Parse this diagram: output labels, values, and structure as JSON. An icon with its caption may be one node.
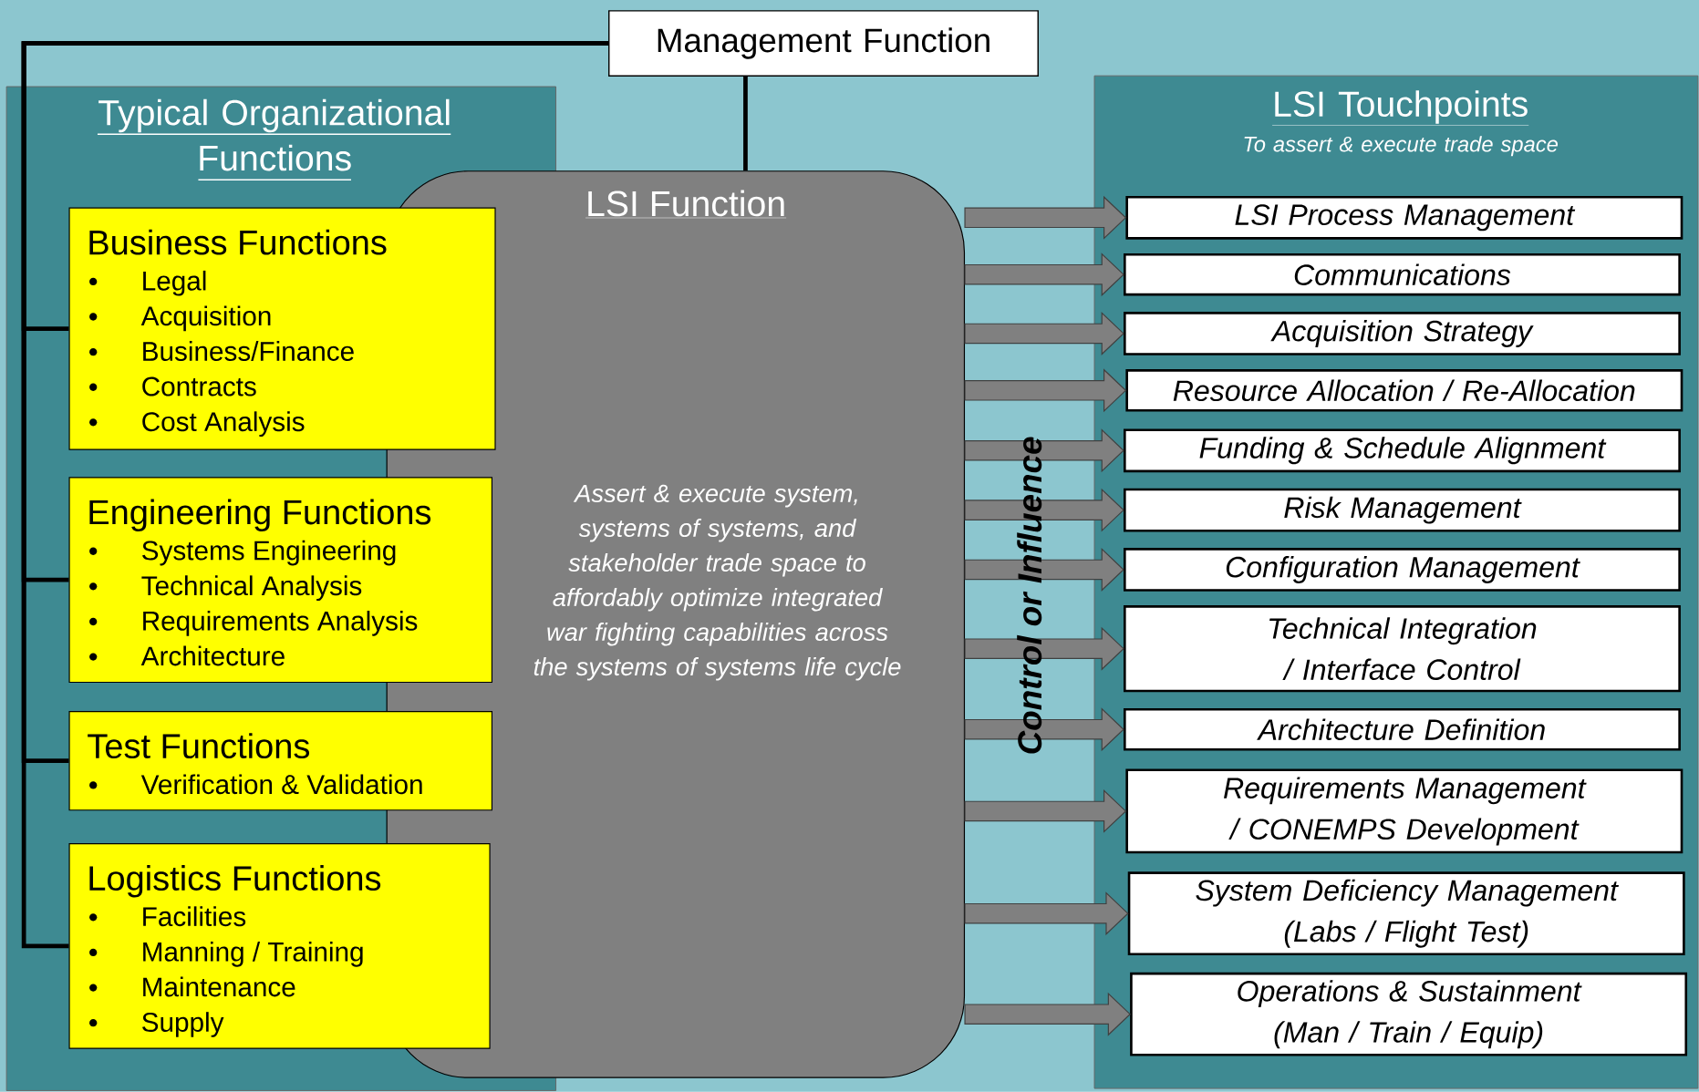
{
  "diagram": {
    "nodes": [
      {
        "text": [
          "Management Function"
        ]
      },
      {
        "text": [
          "Typical Organizational Functions"
        ]
      },
      {
        "text": [
          "Business Functions",
          "Legal",
          "Acquisition",
          "Business/Finance",
          "Contracts",
          "Cost Analysis"
        ],
        "in": 1
      },
      {
        "text": [
          "Engineering Functions",
          "Systems Engineering",
          "Technical Analysis",
          "Requirements Analysis",
          "Architecture"
        ],
        "in": 1
      },
      {
        "text": [
          "Test Functions",
          "Verification & Validation"
        ],
        "in": 1
      },
      {
        "text": [
          "Logistics Functions",
          "Facilities",
          "Manning / Training",
          "Maintenance",
          "Supply"
        ],
        "in": 1
      },
      {
        "text": [
          "LSI Function",
          "Assert & execute system, systems of systems, and stakeholder trade space to affordably optimize integrated war fighting capabilities across the systems of systems life cycle"
        ]
      },
      {
        "text": [
          "LSI Touchpoints",
          "To assert & execute trade space"
        ]
      },
      {
        "text": [
          "LSI Process Management"
        ],
        "in": 7
      },
      {
        "text": [
          "Communications"
        ],
        "in": 7
      },
      {
        "text": [
          "Acquisition Strategy"
        ],
        "in": 7
      },
      {
        "text": [
          "Resource Allocation / Re-Allocation"
        ],
        "in": 7
      },
      {
        "text": [
          "Funding & Schedule Alignment"
        ],
        "in": 7
      },
      {
        "text": [
          "Risk Management"
        ],
        "in": 7
      },
      {
        "text": [
          "Configuration Management"
        ],
        "in": 7
      },
      {
        "text": [
          "Technical Integration / Interface Control"
        ],
        "in": 7
      },
      {
        "text": [
          "Architecture Definition"
        ],
        "in": 7
      },
      {
        "text": [
          "Requirements Management / CONEMPS Development"
        ],
        "in": 7
      },
      {
        "text": [
          "System Deficiency Management (Labs / Flight Test)"
        ],
        "in": 7
      },
      {
        "text": [
          "Operations & Sustainment (Man / Train / Equip)"
        ],
        "in": 7
      }
    ],
    "edges": [
      {
        "from": 0,
        "to": 2,
        "arrow": "none"
      },
      {
        "from": 0,
        "to": 3,
        "arrow": "none"
      },
      {
        "from": 0,
        "to": 4,
        "arrow": "none"
      },
      {
        "from": 0,
        "to": 5,
        "arrow": "none"
      },
      {
        "from": 0,
        "to": 6,
        "arrow": "none"
      },
      {
        "from": 6,
        "to": 8,
        "arrow": "to"
      },
      {
        "from": 6,
        "to": 9,
        "arrow": "to"
      },
      {
        "from": 6,
        "to": 10,
        "arrow": "to"
      },
      {
        "from": 6,
        "to": 11,
        "arrow": "to"
      },
      {
        "from": 6,
        "to": 12,
        "arrow": "to"
      },
      {
        "from": 6,
        "to": 13,
        "arrow": "to"
      },
      {
        "from": 6,
        "to": 14,
        "arrow": "to"
      },
      {
        "from": 6,
        "to": 15,
        "arrow": "to"
      },
      {
        "from": 6,
        "to": 16,
        "arrow": "to"
      },
      {
        "from": 6,
        "to": 17,
        "arrow": "to"
      },
      {
        "from": 6,
        "to": 18,
        "arrow": "to"
      },
      {
        "from": 6,
        "to": 19,
        "arrow": "to"
      }
    ],
    "labels": [
      "Control or Influence"
    ]
  }
}
